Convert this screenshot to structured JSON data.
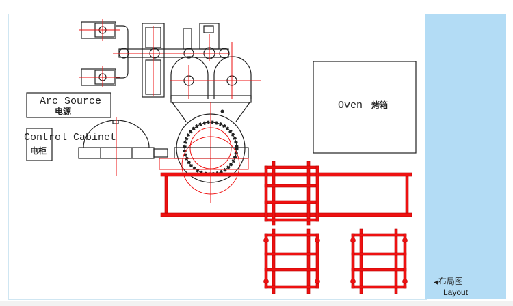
{
  "labels": {
    "arc_source": "Arc Source",
    "arc_source_cn": "电源",
    "control_cabinet": "Control Cabinet",
    "control_cabinet_cn": "电柜",
    "oven": "Oven",
    "oven_cn": "烤箱"
  },
  "legend": {
    "arrow": "◀",
    "title_cn": "布局图",
    "title_en": "Layout"
  },
  "colors": {
    "panel": "#b3dcf5",
    "rails": "#e11111",
    "lines": "#222222"
  }
}
